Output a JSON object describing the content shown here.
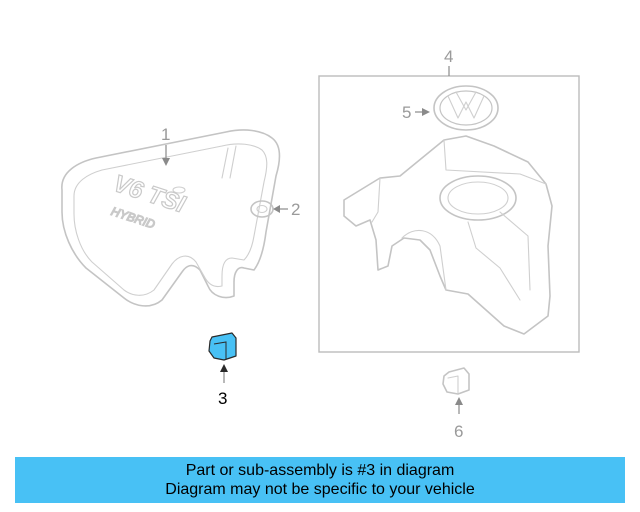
{
  "callouts": {
    "c1": "1",
    "c2": "2",
    "c3": "3",
    "c4": "4",
    "c5": "5",
    "c6": "6"
  },
  "cover_emblem": {
    "line1": "V6 TSI",
    "line2": "HYBRID"
  },
  "banner": {
    "line1": "Part or sub-assembly is #3 in diagram",
    "line2": "Diagram may not be specific to your vehicle",
    "color": "#48c1f5"
  },
  "colors": {
    "part_outline": "#c4c4c4",
    "highlight_part": "#48c1f5",
    "callout_text": "#9a9a9a"
  }
}
